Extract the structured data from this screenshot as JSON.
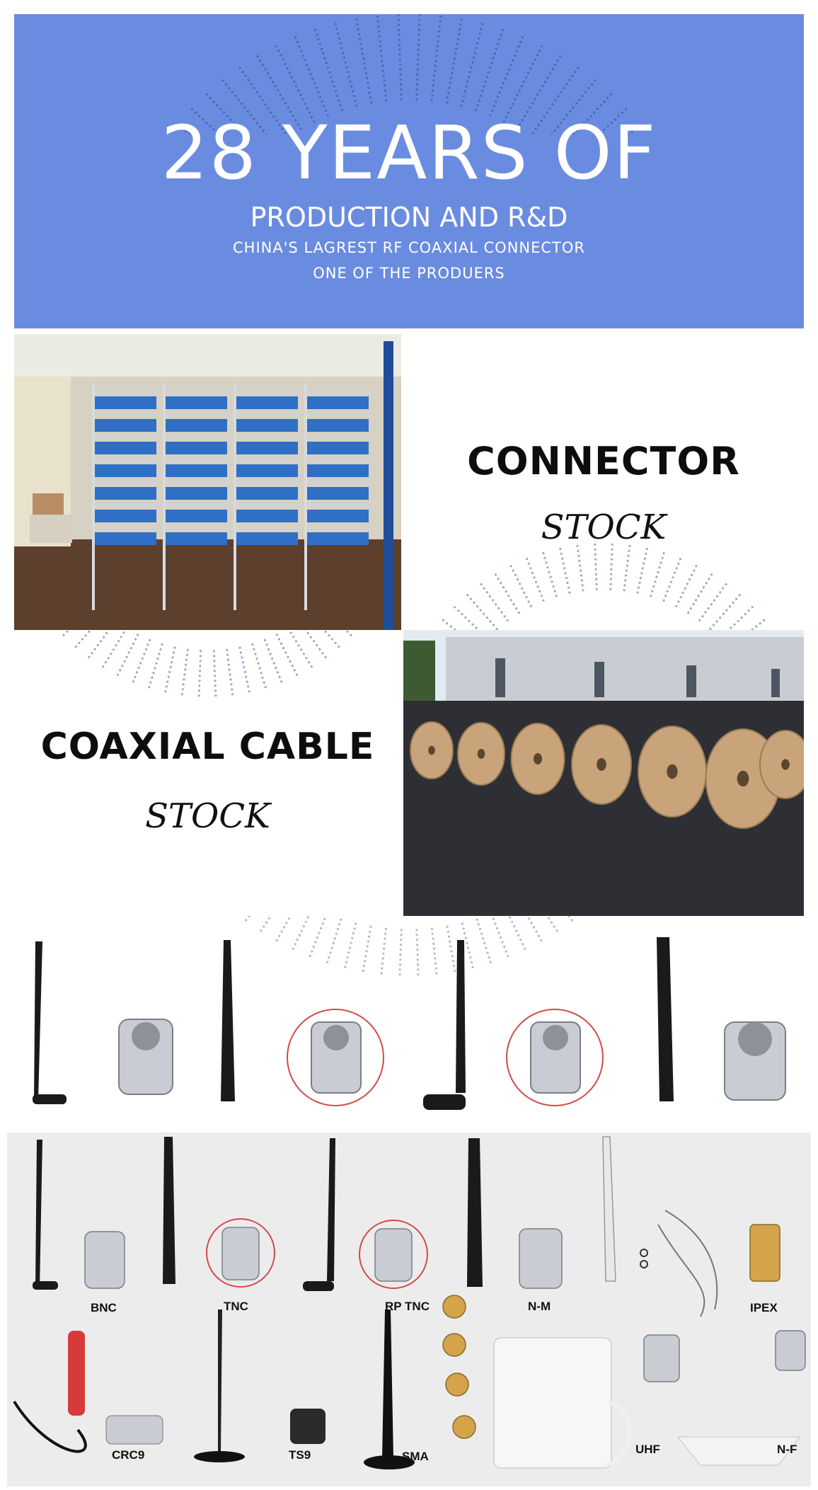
{
  "banner": {
    "title": "28 YEARS OF",
    "subtitle": "PRODUCTION AND R&D",
    "line1": "CHINA'S LAGREST RF COAXIAL CONNECTOR",
    "line2": "ONE OF THE PRODUERS",
    "background_color": "#6a8ce0"
  },
  "connector_stock": {
    "title": "CONNECTOR",
    "script": "STOCK"
  },
  "coaxial_stock": {
    "title": "COAXIAL CABLE",
    "script": "STOCK"
  },
  "catalog": {
    "labels": [
      "BNC",
      "TNC",
      "RP TNC",
      "N-M",
      "IPEX",
      "CRC9",
      "TS9",
      "SMA",
      "UHF",
      "N-F"
    ]
  }
}
